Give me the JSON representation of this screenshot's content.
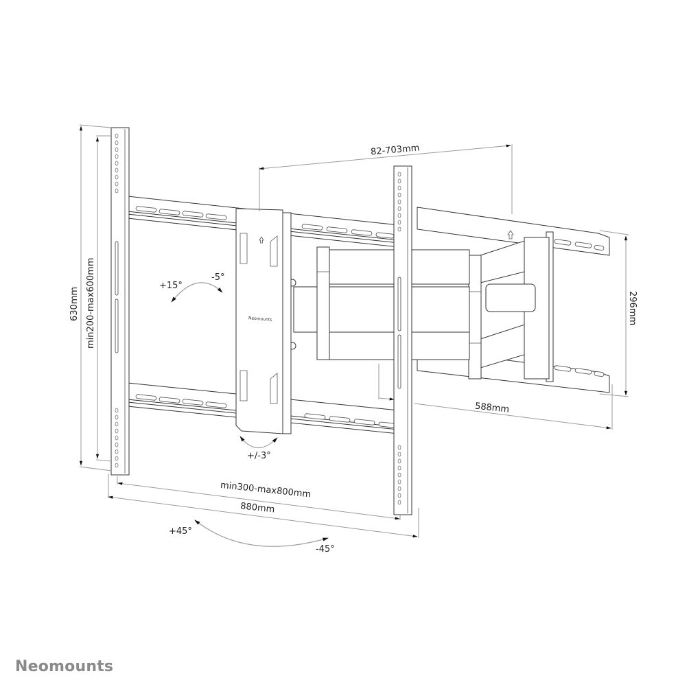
{
  "brand": {
    "logo_text": "Neomounts",
    "color": "#8a8a8a"
  },
  "diagram": {
    "subject": "Full-motion TV wall mount (double arm) technical drawing",
    "plate_label": "Neomounts",
    "dimensions": {
      "arm_extension": "82-703mm",
      "total_height": "630mm",
      "vesa_height": "min200-max600mm",
      "wall_plate_height": "296mm",
      "wall_plate_width": "588mm",
      "vesa_width": "min300-max800mm",
      "total_width": "880mm"
    },
    "angles": {
      "tilt_up": "+15°",
      "tilt_down": "-5°",
      "level_adjust": "+/-3°",
      "swivel_left": "+45°",
      "swivel_right": "-45°"
    },
    "colors": {
      "line": "#3a3a3a",
      "dimension_line": "#9a9a9a",
      "text": "#222222",
      "background": "#ffffff"
    }
  }
}
